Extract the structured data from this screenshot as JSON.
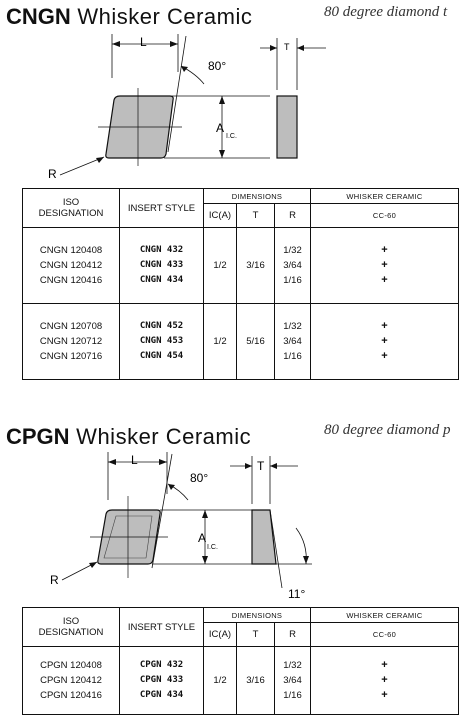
{
  "sections": [
    {
      "title_bold": "CNGN",
      "title_rest": " Whisker Ceramic",
      "subtitle": "80 degree diamond t",
      "diagram": {
        "label_L": "L",
        "label_T": "T",
        "label_angle": "80°",
        "label_A": "A",
        "label_ic": "I.C.",
        "label_R": "R"
      },
      "table": {
        "col_iso": "ISO",
        "col_designation": "DESIGNATION",
        "col_insert_style": "INSERT STYLE",
        "col_dimensions": "DIMENSIONS",
        "col_grade_group": "WHISKER CERAMIC",
        "col_ic": "IC(A)",
        "col_t": "T",
        "col_r": "R",
        "col_grade": "CC-60",
        "groups": [
          {
            "ic": "1/2",
            "t": "3/16",
            "rows": [
              {
                "iso": "CNGN 120408",
                "style": "CNGN 432",
                "r": "1/32",
                "cc60": "+"
              },
              {
                "iso": "CNGN 120412",
                "style": "CNGN 433",
                "r": "3/64",
                "cc60": "+"
              },
              {
                "iso": "CNGN 120416",
                "style": "CNGN 434",
                "r": "1/16",
                "cc60": "+"
              }
            ]
          },
          {
            "ic": "1/2",
            "t": "5/16",
            "rows": [
              {
                "iso": "CNGN 120708",
                "style": "CNGN 452",
                "r": "1/32",
                "cc60": "+"
              },
              {
                "iso": "CNGN 120712",
                "style": "CNGN 453",
                "r": "3/64",
                "cc60": "+"
              },
              {
                "iso": "CNGN 120716",
                "style": "CNGN 454",
                "r": "1/16",
                "cc60": "+"
              }
            ]
          }
        ]
      }
    },
    {
      "title_bold": "CPGN",
      "title_rest": " Whisker Ceramic",
      "subtitle": "80 degree diamond p",
      "diagram": {
        "label_L": "L",
        "label_T": "T",
        "label_angle": "80°",
        "label_A": "A",
        "label_ic": "I.C.",
        "label_R": "R",
        "label_relief": "11°"
      },
      "table": {
        "col_iso": "ISO",
        "col_designation": "DESIGNATION",
        "col_insert_style": "INSERT STYLE",
        "col_dimensions": "DIMENSIONS",
        "col_grade_group": "WHISKER CERAMIC",
        "col_ic": "IC(A)",
        "col_t": "T",
        "col_r": "R",
        "col_grade": "CC-60",
        "groups": [
          {
            "ic": "1/2",
            "t": "3/16",
            "rows": [
              {
                "iso": "CPGN 120408",
                "style": "CPGN 432",
                "r": "1/32",
                "cc60": "+"
              },
              {
                "iso": "CPGN 120412",
                "style": "CPGN 433",
                "r": "3/64",
                "cc60": "+"
              },
              {
                "iso": "CPGN 120416",
                "style": "CPGN 434",
                "r": "1/16",
                "cc60": "+"
              }
            ]
          }
        ]
      }
    }
  ]
}
